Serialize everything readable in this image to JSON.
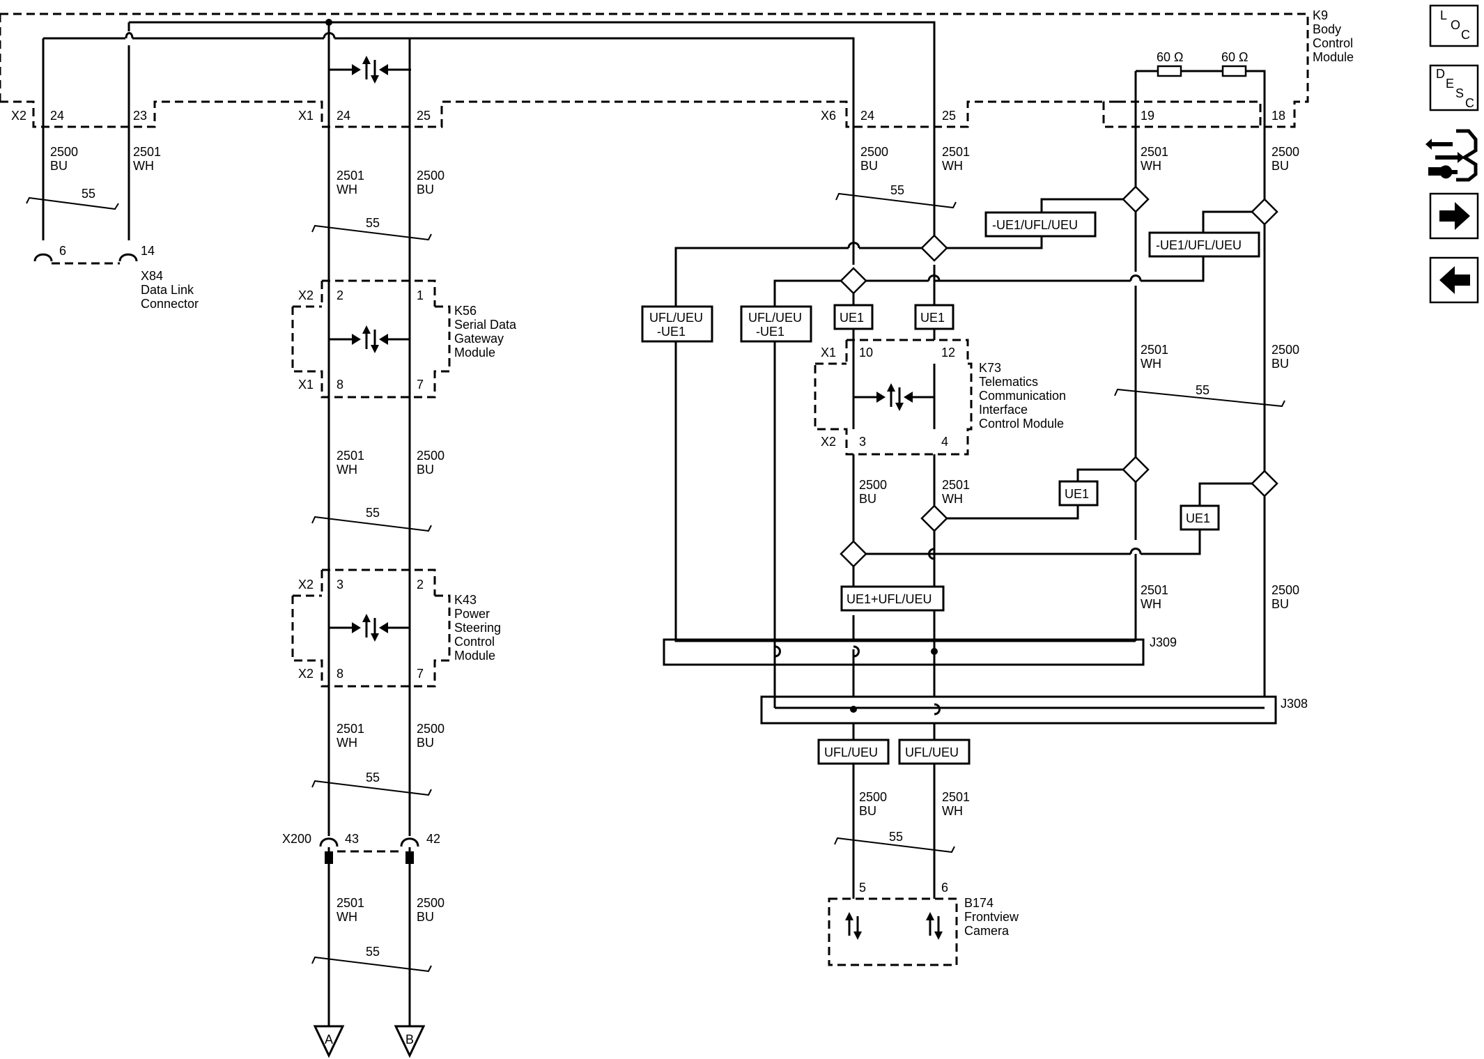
{
  "modules": {
    "k9": {
      "ref": "K9",
      "name": [
        "Body",
        "Control",
        "Module"
      ]
    },
    "k56": {
      "ref": "K56",
      "name": [
        "Serial Data",
        "Gateway",
        "Module"
      ]
    },
    "k43": {
      "ref": "K43",
      "name": [
        "Power",
        "Steering",
        "Control",
        "Module"
      ]
    },
    "k73": {
      "ref": "K73",
      "name": [
        "Telematics",
        "Communication",
        "Interface",
        "Control Module"
      ]
    },
    "b174": {
      "ref": "B174",
      "name": [
        "Frontview",
        "Camera"
      ]
    },
    "x84": {
      "ref": "X84",
      "name": [
        "Data Link",
        "Connector"
      ]
    },
    "x200": {
      "ref": "X200"
    },
    "j309": {
      "ref": "J309"
    },
    "j308": {
      "ref": "J308"
    }
  },
  "connectors": {
    "x1": "X1",
    "x2": "X2",
    "x6": "X6"
  },
  "pins": {
    "k9_x2_24": "24",
    "k9_x2_23": "23",
    "k9_x1_24": "24",
    "k9_x1_25": "25",
    "k9_x6_24": "24",
    "k9_x6_25": "25",
    "k9_19": "19",
    "k9_18": "18",
    "x84_6": "6",
    "x84_14": "14",
    "k56_x2_2": "2",
    "k56_x2_1": "1",
    "k56_x1_8": "8",
    "k56_x1_7": "7",
    "k43_x2_3": "3",
    "k43_x2_2": "2",
    "k43_x2_8": "8",
    "k43_x2_7": "7",
    "x200_43": "43",
    "x200_42": "42",
    "k73_x1_10": "10",
    "k73_x1_12": "12",
    "k73_x2_3": "3",
    "k73_x2_4": "4",
    "b174_5": "5",
    "b174_6": "6"
  },
  "wires": {
    "c2500": "2500",
    "c2501": "2501",
    "bu": "BU",
    "wh": "WH",
    "twist": "55"
  },
  "resistors": {
    "r1": "60 Ω",
    "r2": "60 Ω"
  },
  "options": {
    "neg_ue1_ufl_ueu": "-UE1/UFL/UEU",
    "ufl_ueu": "UFL/UEU",
    "neg_ue1": "-UE1",
    "ue1": "UE1",
    "ue1_ufl_ueu": "UE1+UFL/UEU"
  },
  "offpage": {
    "a": "A",
    "b": "B"
  },
  "nav": {
    "loc": [
      "L",
      "O",
      "C"
    ],
    "desc": [
      "D",
      "E",
      "S",
      "C"
    ],
    "buttons": [
      "loc-button",
      "desc-button",
      "connector-view-button",
      "next-page-button",
      "previous-page-button"
    ]
  }
}
